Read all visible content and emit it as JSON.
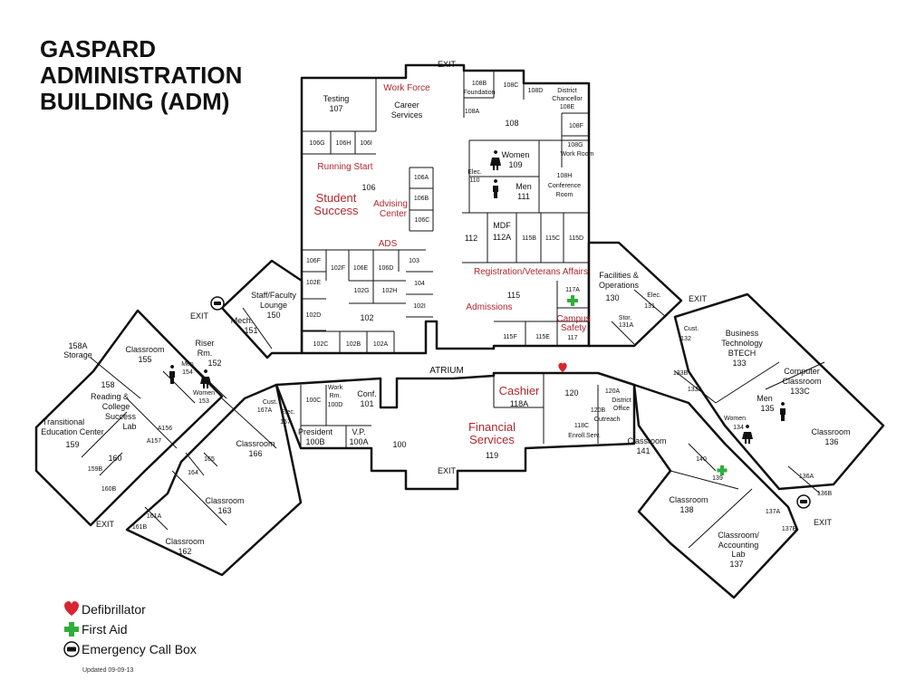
{
  "title": {
    "line1": "GASPARD",
    "line2": "ADMINISTRATION",
    "line3": "BUILDING (ADM)"
  },
  "colors": {
    "wall": "#111111",
    "accent_red": "#b3262e",
    "first_aid_green": "#2fae3a"
  },
  "rooms": [
    {
      "id": "r107",
      "lines": [
        "Testing",
        "107"
      ]
    },
    {
      "id": "r106g",
      "lines": [
        "106G"
      ]
    },
    {
      "id": "r106h",
      "lines": [
        "106H"
      ]
    },
    {
      "id": "r106i",
      "lines": [
        "106I"
      ]
    },
    {
      "id": "r106",
      "lines": [
        "106"
      ]
    },
    {
      "id": "r106a",
      "lines": [
        "106A"
      ]
    },
    {
      "id": "r106b",
      "lines": [
        "106B"
      ]
    },
    {
      "id": "r106c",
      "lines": [
        "106C"
      ]
    },
    {
      "id": "r106f",
      "lines": [
        "106F"
      ]
    },
    {
      "id": "r102f",
      "lines": [
        "102F"
      ]
    },
    {
      "id": "r106e",
      "lines": [
        "106E"
      ]
    },
    {
      "id": "r106d",
      "lines": [
        "106D"
      ]
    },
    {
      "id": "r103",
      "lines": [
        "103"
      ]
    },
    {
      "id": "r102e",
      "lines": [
        "102E"
      ]
    },
    {
      "id": "r102g",
      "lines": [
        "102G"
      ]
    },
    {
      "id": "r102h",
      "lines": [
        "102H"
      ]
    },
    {
      "id": "r104",
      "lines": [
        "104"
      ]
    },
    {
      "id": "r102i",
      "lines": [
        "102I"
      ]
    },
    {
      "id": "r102d",
      "lines": [
        "102D"
      ]
    },
    {
      "id": "r102",
      "lines": [
        "102"
      ]
    },
    {
      "id": "r102c",
      "lines": [
        "102C"
      ]
    },
    {
      "id": "r102b",
      "lines": [
        "102B"
      ]
    },
    {
      "id": "r102a",
      "lines": [
        "102A"
      ]
    },
    {
      "id": "career",
      "lines": [
        "Career",
        "Services"
      ]
    },
    {
      "id": "r108b",
      "lines": [
        "108B",
        "Foundation"
      ]
    },
    {
      "id": "r108c",
      "lines": [
        "108C"
      ]
    },
    {
      "id": "r108d",
      "lines": [
        "108D"
      ]
    },
    {
      "id": "r108e",
      "lines": [
        "District",
        "Chancellor",
        "108E"
      ]
    },
    {
      "id": "r108a",
      "lines": [
        "108A"
      ]
    },
    {
      "id": "r108",
      "lines": [
        "108"
      ]
    },
    {
      "id": "r108f",
      "lines": [
        "108F"
      ]
    },
    {
      "id": "r108g",
      "lines": [
        "108G"
      ]
    },
    {
      "id": "r109",
      "lines": [
        "Women",
        "109"
      ]
    },
    {
      "id": "r110",
      "lines": [
        "Elec.",
        "110"
      ]
    },
    {
      "id": "r111",
      "lines": [
        "Men",
        "111"
      ]
    },
    {
      "id": "r108h",
      "lines": [
        "108H",
        "Conference",
        "Room"
      ]
    },
    {
      "id": "r112",
      "lines": [
        "112"
      ]
    },
    {
      "id": "r112a",
      "lines": [
        "MDF",
        "112A"
      ]
    },
    {
      "id": "r115b",
      "lines": [
        "115B"
      ]
    },
    {
      "id": "r115c",
      "lines": [
        "115C"
      ]
    },
    {
      "id": "r115d",
      "lines": [
        "115D"
      ]
    },
    {
      "id": "r115",
      "lines": [
        "115"
      ]
    },
    {
      "id": "r117a",
      "lines": [
        "117A"
      ]
    },
    {
      "id": "r115f",
      "lines": [
        "115F"
      ]
    },
    {
      "id": "r115e",
      "lines": [
        "115E"
      ]
    },
    {
      "id": "r117",
      "lines": [
        "117"
      ]
    },
    {
      "id": "r130",
      "lines": [
        "Facilities &",
        "Operations",
        "130"
      ]
    },
    {
      "id": "r131",
      "lines": [
        "Elec.",
        "131"
      ]
    },
    {
      "id": "r131a",
      "lines": [
        "Stor.",
        "131A"
      ]
    },
    {
      "id": "r150",
      "lines": [
        "Staff/Faculty",
        "Lounge",
        "150"
      ]
    },
    {
      "id": "r151",
      "lines": [
        "Mech.",
        "151"
      ]
    },
    {
      "id": "r152",
      "lines": [
        "Riser",
        "Rm.",
        "152"
      ]
    },
    {
      "id": "r154",
      "lines": [
        "Men",
        "154"
      ]
    },
    {
      "id": "r153",
      "lines": [
        "Women",
        "153"
      ]
    },
    {
      "id": "r155",
      "lines": [
        "Classroom",
        "155"
      ]
    },
    {
      "id": "r158a",
      "lines": [
        "158A",
        "Storage"
      ]
    },
    {
      "id": "r158",
      "lines": [
        "158",
        "Reading &",
        "College",
        "Success",
        "Lab"
      ]
    },
    {
      "id": "r159",
      "lines": [
        "Transitional",
        "Education Center",
        "159"
      ]
    },
    {
      "id": "r159b",
      "lines": [
        "159B"
      ]
    },
    {
      "id": "r160",
      "lines": [
        "160"
      ]
    },
    {
      "id": "r160b",
      "lines": [
        "160B"
      ]
    },
    {
      "id": "r156",
      "lines": [
        "A156"
      ]
    },
    {
      "id": "r157",
      "lines": [
        "A157"
      ]
    },
    {
      "id": "r166",
      "lines": [
        "Classroom",
        "166"
      ]
    },
    {
      "id": "r165",
      "lines": [
        "165"
      ]
    },
    {
      "id": "r164",
      "lines": [
        "164"
      ]
    },
    {
      "id": "r163",
      "lines": [
        "Classroom",
        "163"
      ]
    },
    {
      "id": "r162",
      "lines": [
        "Classroom",
        "162"
      ]
    },
    {
      "id": "r161a",
      "lines": [
        "161A"
      ]
    },
    {
      "id": "r161b",
      "lines": [
        "161B"
      ]
    },
    {
      "id": "r167a",
      "lines": [
        "Cust.",
        "167A"
      ]
    },
    {
      "id": "r167",
      "lines": [
        "Elec.",
        "167"
      ]
    },
    {
      "id": "r100c",
      "lines": [
        "100C"
      ]
    },
    {
      "id": "r100d",
      "lines": [
        "Work",
        "Rm.",
        "100D"
      ]
    },
    {
      "id": "r101",
      "lines": [
        "Conf.",
        "101"
      ]
    },
    {
      "id": "r100b",
      "lines": [
        "President",
        "100B"
      ]
    },
    {
      "id": "r100a",
      "lines": [
        "V.P.",
        "100A"
      ]
    },
    {
      "id": "r100",
      "lines": [
        "100"
      ]
    },
    {
      "id": "r119",
      "lines": [
        "119"
      ]
    },
    {
      "id": "r118a",
      "lines": [
        "118A"
      ]
    },
    {
      "id": "r120",
      "lines": [
        "120"
      ]
    },
    {
      "id": "r120a",
      "lines": [
        "120A",
        "District",
        "Office"
      ]
    },
    {
      "id": "r120b",
      "lines": [
        "120B",
        "Outreach"
      ]
    },
    {
      "id": "r118c",
      "lines": [
        "118C",
        "Enroll.Serv."
      ]
    },
    {
      "id": "r141",
      "lines": [
        "Classroom",
        "141"
      ]
    },
    {
      "id": "r140",
      "lines": [
        "140"
      ]
    },
    {
      "id": "r139",
      "lines": [
        "139"
      ]
    },
    {
      "id": "r138",
      "lines": [
        "Classroom",
        "138"
      ]
    },
    {
      "id": "r132",
      "lines": [
        "Cust.",
        "132"
      ]
    },
    {
      "id": "r133",
      "lines": [
        "Business",
        "Technology",
        "BTECH",
        "133"
      ]
    },
    {
      "id": "r133b",
      "lines": [
        "133B"
      ]
    },
    {
      "id": "r133a",
      "lines": [
        "133A"
      ]
    },
    {
      "id": "r133c",
      "lines": [
        "Computer",
        "Classroom",
        "133C"
      ]
    },
    {
      "id": "r135",
      "lines": [
        "Men",
        "135"
      ]
    },
    {
      "id": "r134",
      "lines": [
        "Women",
        "134"
      ]
    },
    {
      "id": "r136",
      "lines": [
        "Classroom",
        "136"
      ]
    },
    {
      "id": "r136a",
      "lines": [
        "136A"
      ]
    },
    {
      "id": "r136b",
      "lines": [
        "136B"
      ]
    },
    {
      "id": "r137a",
      "lines": [
        "137A"
      ]
    },
    {
      "id": "r137b",
      "lines": [
        "137B"
      ]
    },
    {
      "id": "r137",
      "lines": [
        "Classroom/",
        "Accounting",
        "Lab",
        "137"
      ]
    }
  ],
  "red_labels": [
    {
      "id": "workforce",
      "text": "Work Force"
    },
    {
      "id": "running-start",
      "text": "Running Start"
    },
    {
      "id": "student-success",
      "text": "Student"
    },
    {
      "id": "student-success-2",
      "text": "Success"
    },
    {
      "id": "advising",
      "text": "Advising"
    },
    {
      "id": "advising-2",
      "text": "Center"
    },
    {
      "id": "ads",
      "text": "ADS"
    },
    {
      "id": "registration",
      "text": "Registration/Veterans Affairs"
    },
    {
      "id": "admissions",
      "text": "Admissions"
    },
    {
      "id": "campus-safety",
      "text": "Campus"
    },
    {
      "id": "campus-safety-2",
      "text": "Safety"
    },
    {
      "id": "cashier",
      "text": "Cashier"
    },
    {
      "id": "financial",
      "text": "Financial"
    },
    {
      "id": "financial-2",
      "text": "Services"
    }
  ],
  "misc_labels": {
    "atrium": "ATRIUM",
    "exit": "EXIT",
    "work_room": "Work Room"
  },
  "legend": {
    "defibrillator": "Defibrillator",
    "first_aid": "First Aid",
    "call_box": "Emergency Call Box"
  },
  "updated": "Updated 09-09-13"
}
